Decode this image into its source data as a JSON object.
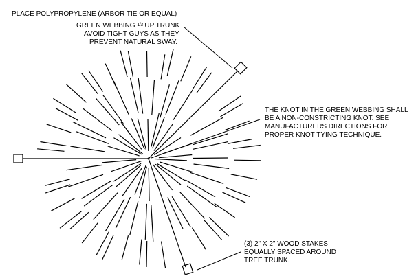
{
  "notes": {
    "webbing": {
      "line1": "PLACE POLYPROPYLENE (ARBOR TIE OR EQUAL)",
      "line2_prefix": "GREEN WEBBING",
      "line2_fraction": "1/3",
      "line2_suffix": "UP TRUNK",
      "line3": "AVOID TIGHT GUYS AS THEY",
      "line4": "PREVENT NATURAL SWAY."
    },
    "knot": {
      "line1": "THE KNOT IN THE GREEN WEBBING SHALL",
      "line2": "BE A NON-CONSTRICTING KNOT.  SEE",
      "line3": "MANUFACTURERS DIRECTIONS FOR",
      "line4": "PROPER KNOT TYING TECHNIQUE."
    },
    "stakes": {
      "line1": "(3) 2\" X 2\" WOOD STAKES",
      "line2": "EQUALLY SPACED AROUND",
      "line3": "TREE TRUNK."
    }
  }
}
